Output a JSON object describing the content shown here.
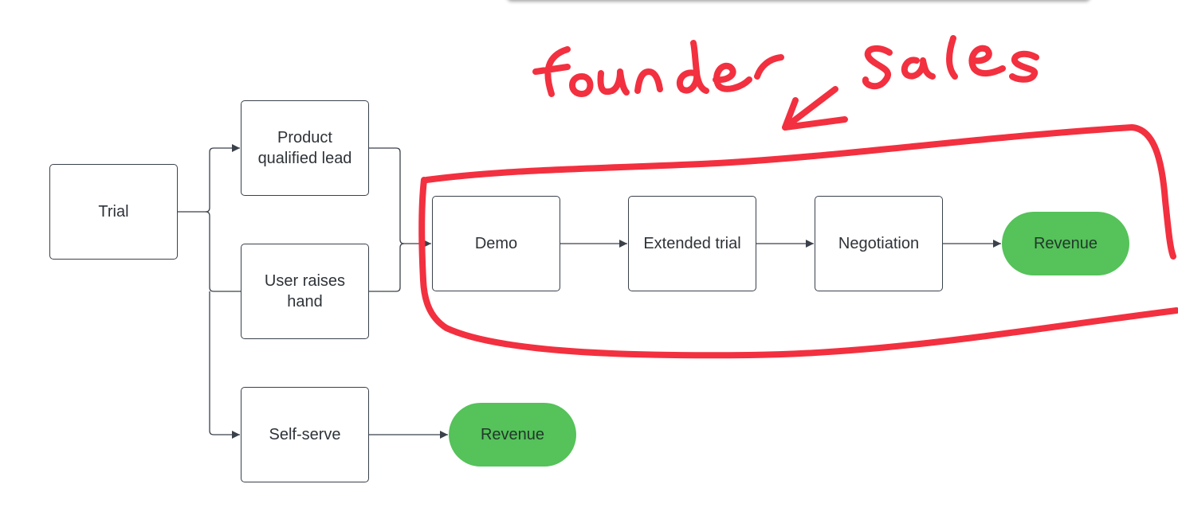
{
  "colors": {
    "node_border": "#3a414a",
    "revenue_fill": "#55c25a",
    "annotation_red": "#f2303f"
  },
  "nodes": {
    "trial": "Trial",
    "pql": "Product qualified lead",
    "user_raises_hand": "User raises hand",
    "self_serve": "Self-serve",
    "demo": "Demo",
    "extended_trial": "Extended trial",
    "negotiation": "Negotiation",
    "revenue_sales": "Revenue",
    "revenue_self_serve": "Revenue"
  },
  "annotation": {
    "handwritten_label": "founder Sales"
  }
}
